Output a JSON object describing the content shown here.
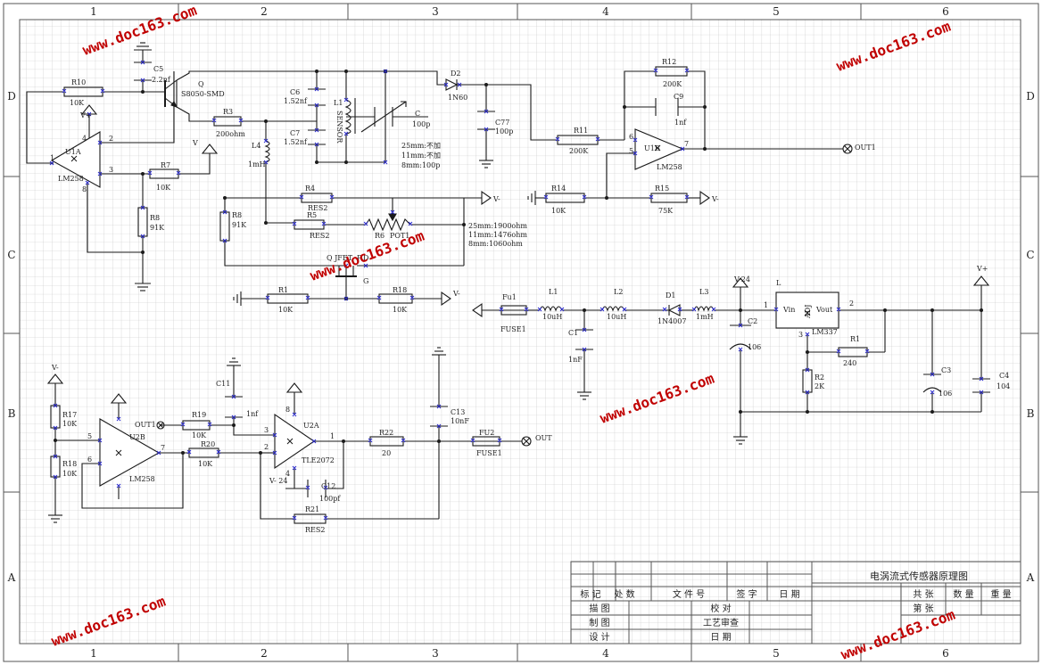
{
  "frame": {
    "columns": [
      "1",
      "2",
      "3",
      "4",
      "5",
      "6"
    ],
    "rows": [
      "D",
      "C",
      "B",
      "A"
    ]
  },
  "watermark": "www.doc163.com",
  "title_block": {
    "title": "电涡流式传感器原理图",
    "header_cells": [
      "标 记",
      "处 数",
      "文 件 号",
      "签 字",
      "日 期"
    ],
    "row_labels": [
      "描 图",
      "制 图",
      "设 计"
    ],
    "mid_labels": [
      "校 对",
      "工艺审查",
      "日 期"
    ],
    "right_header": [
      "共 张",
      "数 量",
      "重 量"
    ],
    "sheet_label": "第 张"
  },
  "labels": {
    "r10": "R10",
    "r10v": "10K",
    "c5": "C5",
    "c5v": "2.2nf",
    "q": "Q",
    "qv": "S8050-SMD",
    "r3": "R3",
    "r3v": "200ohm",
    "c6": "C6",
    "c6v": "1.52nf",
    "c7": "C7",
    "c7v": "1.52nf",
    "l1": "L1",
    "sensor": "SENSOR",
    "c": "C",
    "cv": "100p",
    "tbl1": "25mm:不加",
    "tbl2": "11mm:不加",
    "tbl3": "8mm:100p",
    "l4": "L4",
    "l4v": "1mH",
    "d2": "D2",
    "d2v": "1N60",
    "c77": "C77",
    "c77v": "100p",
    "r12": "R12",
    "r12v": "200K",
    "c9": "C9",
    "c9v": "1nf",
    "r11": "R11",
    "r11v": "200K",
    "u1b": "U1B",
    "u1bv": "LM258",
    "out1": "OUT1",
    "u1a": "U1A",
    "u1av": "LM258",
    "r7": "R7",
    "r7v": "10K",
    "r8a": "R8",
    "r8av": "91K",
    "r4": "R4",
    "r4v": "RES2",
    "r5": "R5",
    "r5v": "RES2",
    "r8b": "R8",
    "r8bv": "91K",
    "r6": "R6",
    "pot1": "POT1",
    "pot_t1": "25mm:1900ohm",
    "pot_t2": "11mm:1476ohm",
    "pot_t3": "8mm:1060ohm",
    "r14": "R14",
    "r14v": "10K",
    "r15": "R15",
    "r15v": "75K",
    "jfet": "Q JFET",
    "p": "P",
    "d": "D",
    "g": "G",
    "r1": "R1",
    "r1v": "10K",
    "r18a": "R18",
    "r18av": "10K",
    "fu1": "Fu1",
    "fu1v": "FUSE1",
    "l1b": "L1",
    "l1bv": "10uH",
    "l2": "L2",
    "l2v": "10uH",
    "d1": "D1",
    "d1v": "1N4007",
    "l3": "L3",
    "l3v": "1mH",
    "c1": "C1",
    "c1v": "1nF",
    "c2": "C2",
    "c2v": "106",
    "v24": "V-24",
    "lm_l": "L",
    "vin": "Vin",
    "vout": "Vout",
    "adj": "ADJ",
    "lm337": "LM337",
    "r1b": "R1",
    "r1bv": "240",
    "r2": "R2",
    "r2v": "2K",
    "c3": "C3",
    "c3v": "106",
    "c4": "C4",
    "c4v": "104",
    "vplus": "V+",
    "vminus": "V-",
    "v_label": "V",
    "r17": "R17",
    "r17v": "10K",
    "r18b": "R18",
    "r18bv": "10K",
    "u2b": "U2B",
    "u2bv": "LM258",
    "out1b": "OUT1",
    "r19": "R19",
    "r19v": "10K",
    "r20": "R20",
    "r20v": "10K",
    "c11": "C11",
    "c11v": "1nf",
    "u2a": "U2A",
    "u2av": "TLE2072",
    "c13": "C13",
    "c13v": "10nF",
    "r22": "R22",
    "r22v": "20",
    "fu2": "FU2",
    "fu2v": "FUSE1",
    "out": "OUT",
    "c12": "C12",
    "c12v": "100pf",
    "r21": "R21",
    "r21v": "RES2",
    "v24b": "V- 24",
    "pin1": "1",
    "pin2": "2",
    "pin3": "3",
    "pin4": "4",
    "pin5": "5",
    "pin6": "6",
    "pin7": "7",
    "pin8": "8"
  },
  "colors": {
    "line": "#1a1a1a",
    "grid": "#c4c4c4",
    "junction_x": "#2a2ad0",
    "watermark": "#c00000"
  }
}
